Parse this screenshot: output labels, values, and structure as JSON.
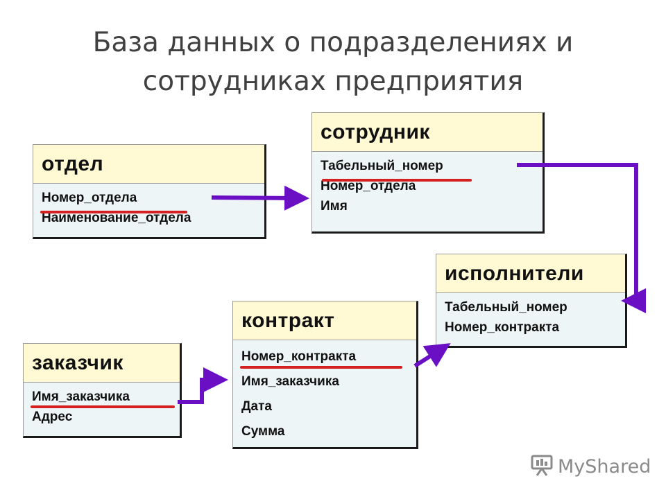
{
  "title": {
    "line1": "База данных о подразделениях и",
    "line2": "сотрудниках предприятия"
  },
  "entities": {
    "otdel": {
      "name": "отдел",
      "fields": [
        "Номер_отдела",
        "Наименование_отдела"
      ]
    },
    "sotrudnik": {
      "name": "сотрудник",
      "fields": [
        "Табельный_номер",
        "Номер_отдела",
        "Имя"
      ]
    },
    "ispolniteli": {
      "name": "исполнители",
      "fields": [
        "Табельный_номер",
        "Номер_контракта"
      ]
    },
    "kontrakt": {
      "name": "контракт",
      "fields": [
        "Номер_контракта",
        "Имя_заказчика",
        "Дата",
        "Сумма"
      ]
    },
    "zakazchik": {
      "name": "заказчик",
      "fields": [
        "Имя_заказчика",
        "Адрес"
      ]
    }
  },
  "colors": {
    "link_arrow": "#6b0fc4",
    "key_underline": "#d42020",
    "header_fill": "#fff9d4",
    "body_fill": "#eef5f6"
  },
  "watermark": {
    "brand": "MyShared",
    "icon": "presentation-board-icon"
  }
}
